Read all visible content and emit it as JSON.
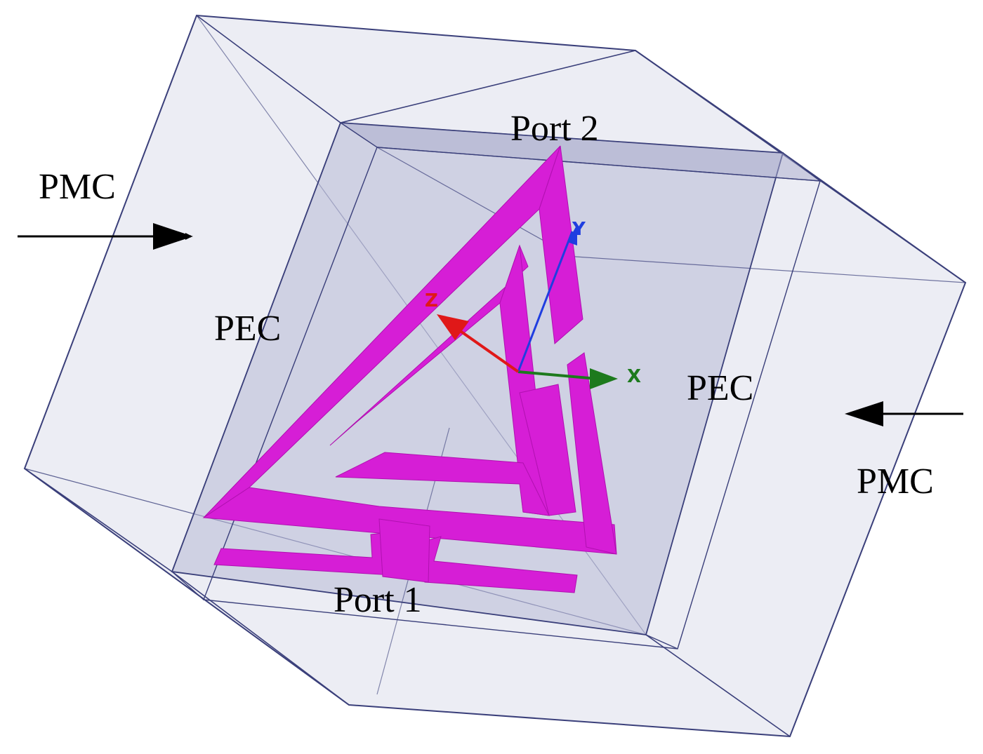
{
  "labels": {
    "pmc_left": "PMC",
    "pmc_right": "PMC",
    "pec_left": "PEC",
    "pec_right": "PEC",
    "port1": "Port 1",
    "port2": "Port 2"
  },
  "axes": {
    "x": "X",
    "y": "Y",
    "z": "Z"
  },
  "colors": {
    "box_fill": "#c9cbe0",
    "box_edge": "#3a3f7a",
    "resonator": "#d61ed6",
    "axis_x": "#1d7a1d",
    "axis_y": "#1f3ee0",
    "axis_z": "#e01818"
  }
}
